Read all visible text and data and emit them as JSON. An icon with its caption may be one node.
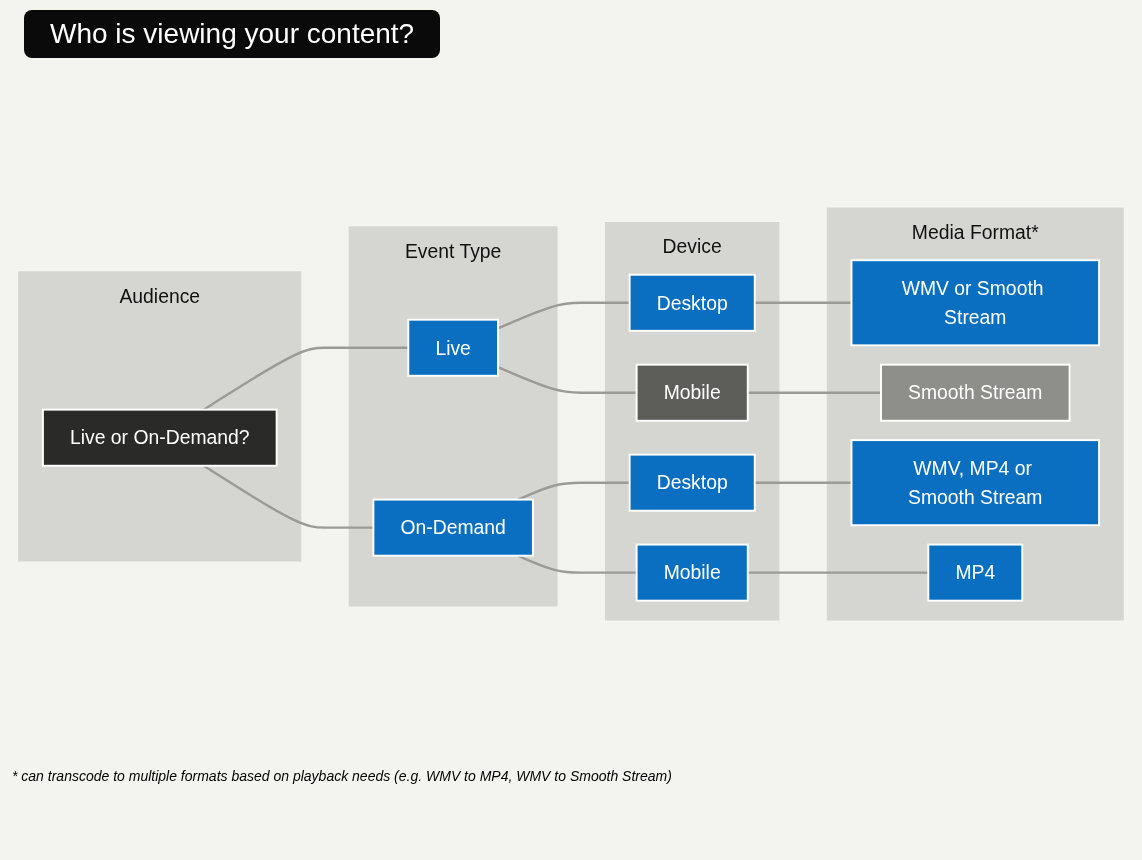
{
  "diagram": {
    "title": "Who is viewing your content?",
    "caption": "* can transcode to multiple formats based on playback needs (e.g. WMV to MP4, WMV to Smooth Stream)",
    "nodes": [
      {
        "text": [
          "Audience"
        ]
      },
      {
        "text": [
          "Live or On-Demand?"
        ],
        "in": 0
      },
      {
        "text": [
          "Event Type"
        ]
      },
      {
        "text": [
          "Live"
        ],
        "in": 2
      },
      {
        "text": [
          "On-Demand"
        ],
        "in": 2
      },
      {
        "text": [
          "Device"
        ]
      },
      {
        "text": [
          "Desktop"
        ],
        "in": 5
      },
      {
        "text": [
          "Mobile"
        ],
        "in": 5
      },
      {
        "text": [
          "Desktop"
        ],
        "in": 5
      },
      {
        "text": [
          "Mobile"
        ],
        "in": 5
      },
      {
        "text": [
          "Media Format*"
        ]
      },
      {
        "text": [
          "WMV or Smooth Stream"
        ],
        "in": 10
      },
      {
        "text": [
          "Smooth Stream"
        ],
        "in": 10
      },
      {
        "text": [
          "WMV, MP4 or Smooth Stream"
        ],
        "in": 10
      },
      {
        "text": [
          "MP4"
        ],
        "in": 10
      }
    ],
    "edges": [
      {
        "from": 1,
        "to": 3,
        "arrow": "none"
      },
      {
        "from": 1,
        "to": 4,
        "arrow": "none"
      },
      {
        "from": 3,
        "to": 6,
        "arrow": "none"
      },
      {
        "from": 3,
        "to": 7,
        "arrow": "none"
      },
      {
        "from": 4,
        "to": 8,
        "arrow": "none"
      },
      {
        "from": 4,
        "to": 9,
        "arrow": "none"
      },
      {
        "from": 6,
        "to": 11,
        "arrow": "none"
      },
      {
        "from": 7,
        "to": 12,
        "arrow": "none"
      },
      {
        "from": 8,
        "to": 13,
        "arrow": "none"
      },
      {
        "from": 9,
        "to": 14,
        "arrow": "none"
      }
    ]
  }
}
